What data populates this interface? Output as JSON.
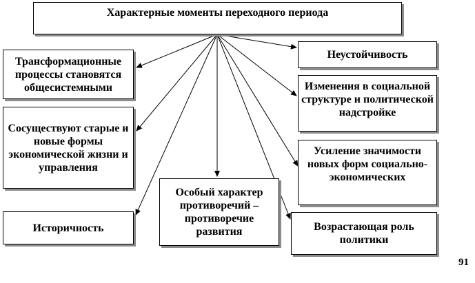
{
  "title": "Характерные моменты переходного периода",
  "items": {
    "transformation": "Трансформационные процессы становятся общесистемными",
    "coexist": "Сосуществуют старые и новые формы экономической жизни и управления",
    "historicity": "Историчность",
    "contradiction": "Особый характер противоречий – противоречие развития",
    "instability": "Неустойчивость",
    "social_change": "Изменения в социальной структуре и политической надстройке",
    "new_forms": "Усиление значимости новых форм социально-экономических",
    "politics_role": "Возрастающая роль политики"
  },
  "page_number": "91"
}
